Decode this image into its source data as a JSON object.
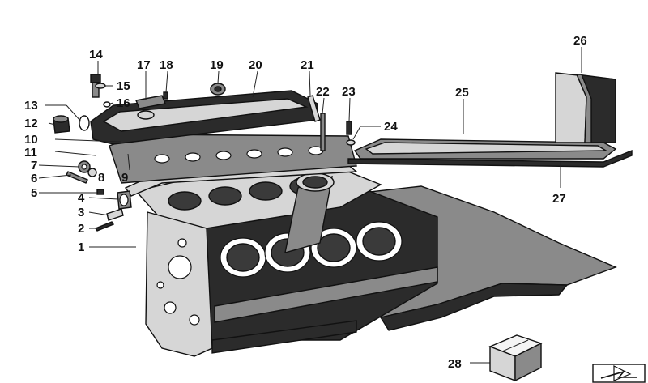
{
  "diagram": {
    "callouts": [
      {
        "id": "c1",
        "label": "1"
      },
      {
        "id": "c2",
        "label": "2"
      },
      {
        "id": "c3",
        "label": "3"
      },
      {
        "id": "c4",
        "label": "4"
      },
      {
        "id": "c5",
        "label": "5"
      },
      {
        "id": "c6",
        "label": "6"
      },
      {
        "id": "c7",
        "label": "7"
      },
      {
        "id": "c8",
        "label": "8"
      },
      {
        "id": "c9",
        "label": "9"
      },
      {
        "id": "c10",
        "label": "10"
      },
      {
        "id": "c11",
        "label": "11"
      },
      {
        "id": "c12",
        "label": "12"
      },
      {
        "id": "c13",
        "label": "13"
      },
      {
        "id": "c14",
        "label": "14"
      },
      {
        "id": "c15",
        "label": "15"
      },
      {
        "id": "c16",
        "label": "16"
      },
      {
        "id": "c17",
        "label": "17"
      },
      {
        "id": "c18",
        "label": "18"
      },
      {
        "id": "c19",
        "label": "19"
      },
      {
        "id": "c20",
        "label": "20"
      },
      {
        "id": "c21",
        "label": "21"
      },
      {
        "id": "c22",
        "label": "22"
      },
      {
        "id": "c23",
        "label": "23"
      },
      {
        "id": "c24",
        "label": "24"
      },
      {
        "id": "c25",
        "label": "25"
      },
      {
        "id": "c26",
        "label": "26"
      },
      {
        "id": "c27",
        "label": "27"
      },
      {
        "id": "c28",
        "label": "28"
      }
    ],
    "colors": {
      "ink": "#111111",
      "shade": "#2b2b2b",
      "background": "#ffffff"
    },
    "icons": {
      "navigation": "arrow-right-icon",
      "kit": "parts-box-icon"
    }
  }
}
